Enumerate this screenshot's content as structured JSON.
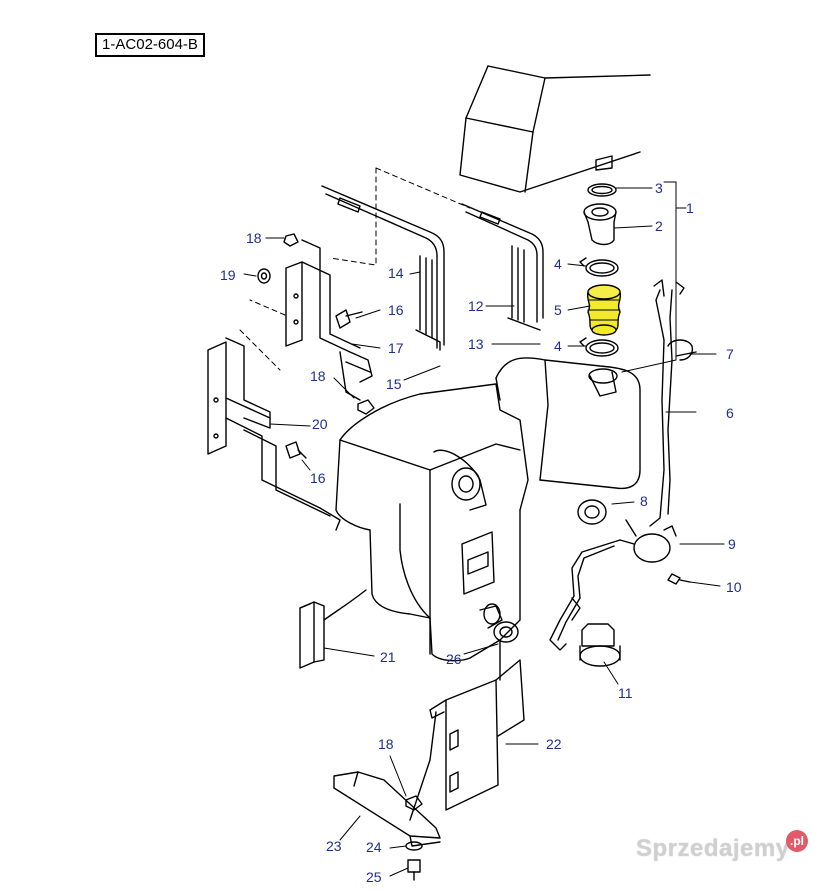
{
  "diagram_code": "1-AC02-604-B",
  "callouts": [
    "1",
    "2",
    "3",
    "4",
    "4",
    "5",
    "6",
    "7",
    "8",
    "9",
    "10",
    "11",
    "12",
    "13",
    "14",
    "15",
    "16",
    "16",
    "17",
    "18",
    "18",
    "18",
    "19",
    "20",
    "21",
    "22",
    "23",
    "24",
    "25",
    "26"
  ],
  "colors": {
    "callout": "#1f2f8f",
    "highlight": "#f2ea2a",
    "line": "#000000"
  },
  "watermark": {
    "text": "Sprzedajemy",
    "badge": ".pl"
  }
}
